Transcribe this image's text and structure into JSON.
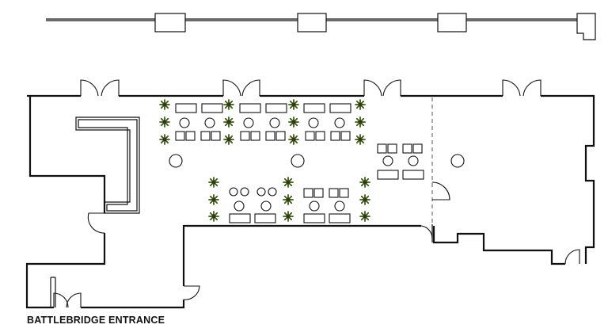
{
  "labels": {
    "entrance": "BATTLEBRIDGE ENTRANCE"
  },
  "legend_symbols": {
    "table": "rectangle",
    "chair": "circle",
    "plant": "star-plant-icon"
  },
  "colors": {
    "walls": "#111111",
    "plant": "#3d5a12",
    "background": "#ffffff"
  }
}
